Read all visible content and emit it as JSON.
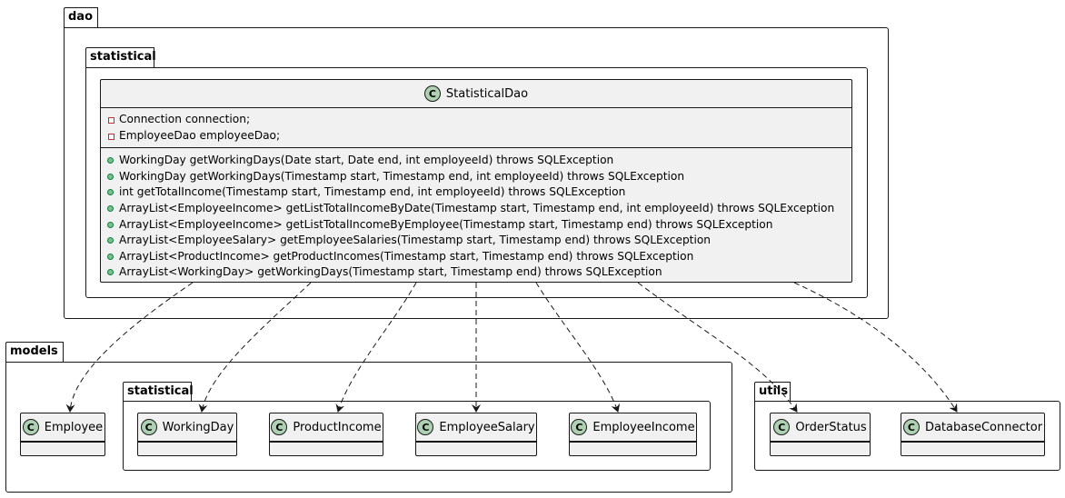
{
  "packages": {
    "dao": "dao",
    "dao_statistical": "statistical",
    "models": "models",
    "models_statistical": "statistical",
    "utils": "utils"
  },
  "statisticalDao": {
    "name": "StatisticalDao",
    "fields": [
      "Connection connection;",
      "EmployeeDao employeeDao;"
    ],
    "methods": [
      "WorkingDay getWorkingDays(Date start, Date end, int employeeId) throws SQLException",
      "WorkingDay getWorkingDays(Timestamp start, Timestamp end, int employeeId) throws SQLException",
      "int getTotalIncome(Timestamp start, Timestamp end, int employeeId) throws SQLException",
      "ArrayList<EmployeeIncome> getListTotalIncomeByDate(Timestamp start, Timestamp end, int employeeId) throws SQLException",
      "ArrayList<EmployeeIncome> getListTotalIncomeByEmployee(Timestamp start, Timestamp end) throws SQLException",
      "ArrayList<EmployeeSalary> getEmployeeSalaries(Timestamp start, Timestamp end) throws SQLException",
      "ArrayList<ProductIncome> getProductIncomes(Timestamp start, Timestamp end) throws SQLException",
      "ArrayList<WorkingDay> getWorkingDays(Timestamp start, Timestamp end) throws SQLException"
    ]
  },
  "classes": {
    "employee": "Employee",
    "workingDay": "WorkingDay",
    "productIncome": "ProductIncome",
    "employeeSalary": "EmployeeSalary",
    "employeeIncome": "EmployeeIncome",
    "orderStatus": "OrderStatus",
    "databaseConnector": "DatabaseConnector"
  },
  "class_icon_letter": "C",
  "colors": {
    "class_fill": "#F1F1F1",
    "class_icon": "#ADD1B2",
    "border": "#181818"
  }
}
